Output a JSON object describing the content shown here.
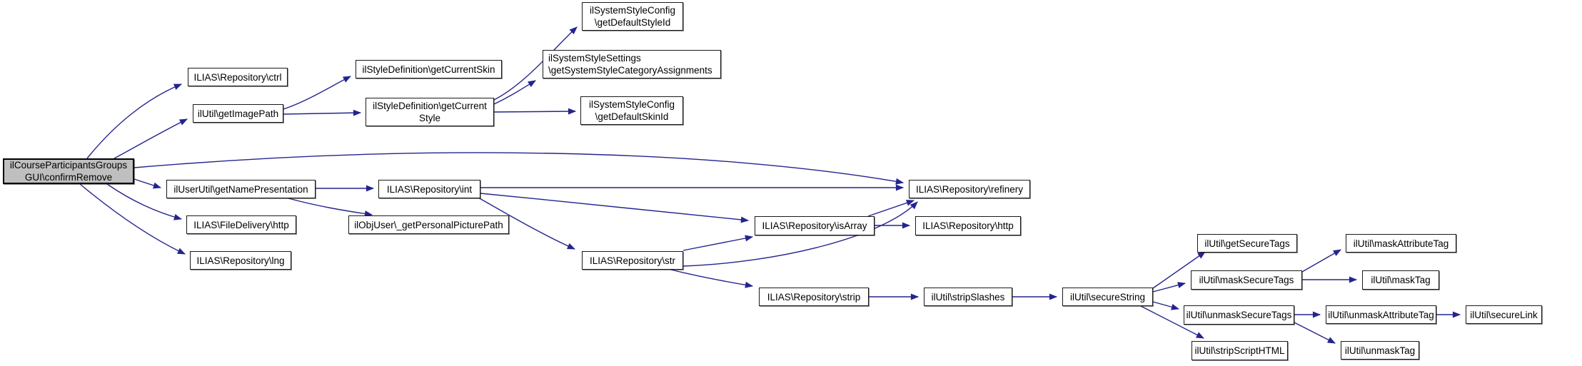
{
  "diagram": {
    "type": "call-graph",
    "root_function": "ilCourseParticipantsGroupsGUI\\confirmRemove"
  },
  "colors": {
    "background": "#ffffff",
    "edge": "#24248f",
    "node_fill": "#ffffff",
    "node_border": "#1a1a1a",
    "root_node_fill": "#bfbfbf",
    "text": "#000000"
  },
  "nodes": {
    "confirmRemove": {
      "label": "ilCourseParticipantsGroups\nGUI\\confirmRemove"
    },
    "ctrl": {
      "label": "ILIAS\\Repository\\ctrl"
    },
    "getImagePath": {
      "label": "ilUtil\\getImagePath"
    },
    "getCurrentSkin": {
      "label": "ilStyleDefinition\\getCurrentSkin"
    },
    "getCurrentStyle": {
      "label": "ilStyleDefinition\\getCurrent\nStyle"
    },
    "getDefaultStyleId": {
      "label": "ilSystemStyleConfig\n\\getDefaultStyleId"
    },
    "getSystemStyleCategoryAssignments": {
      "label": "ilSystemStyleSettings\n\\getSystemStyleCategoryAssignments"
    },
    "getDefaultSkinId": {
      "label": "ilSystemStyleConfig\n\\getDefaultSkinId"
    },
    "getNamePresentation": {
      "label": "ilUserUtil\\getNamePresentation"
    },
    "fileDeliveryHttp": {
      "label": "ILIAS\\FileDelivery\\http"
    },
    "lng": {
      "label": "ILIAS\\Repository\\lng"
    },
    "int": {
      "label": "ILIAS\\Repository\\int"
    },
    "getPersonalPicturePath": {
      "label": "ilObjUser\\_getPersonalPicturePath"
    },
    "refinery": {
      "label": "ILIAS\\Repository\\refinery"
    },
    "isArray": {
      "label": "ILIAS\\Repository\\isArray"
    },
    "repositoryHttp": {
      "label": "ILIAS\\Repository\\http"
    },
    "str": {
      "label": "ILIAS\\Repository\\str"
    },
    "strip": {
      "label": "ILIAS\\Repository\\strip"
    },
    "stripSlashes": {
      "label": "ilUtil\\stripSlashes"
    },
    "secureString": {
      "label": "ilUtil\\secureString"
    },
    "getSecureTags": {
      "label": "ilUtil\\getSecureTags"
    },
    "maskSecureTags": {
      "label": "ilUtil\\maskSecureTags"
    },
    "maskAttributeTag": {
      "label": "ilUtil\\maskAttributeTag"
    },
    "maskTag": {
      "label": "ilUtil\\maskTag"
    },
    "unmaskSecureTags": {
      "label": "ilUtil\\unmaskSecureTags"
    },
    "unmaskAttributeTag": {
      "label": "ilUtil\\unmaskAttributeTag"
    },
    "secureLink": {
      "label": "ilUtil\\secureLink"
    },
    "unmaskTag": {
      "label": "ilUtil\\unmaskTag"
    },
    "stripScriptHTML": {
      "label": "ilUtil\\stripScriptHTML"
    }
  },
  "edges": [
    {
      "from": "confirmRemove",
      "to": "ctrl"
    },
    {
      "from": "confirmRemove",
      "to": "getImagePath"
    },
    {
      "from": "confirmRemove",
      "to": "refinery"
    },
    {
      "from": "confirmRemove",
      "to": "getNamePresentation"
    },
    {
      "from": "confirmRemove",
      "to": "fileDeliveryHttp"
    },
    {
      "from": "confirmRemove",
      "to": "lng"
    },
    {
      "from": "getImagePath",
      "to": "getCurrentSkin"
    },
    {
      "from": "getImagePath",
      "to": "getCurrentStyle"
    },
    {
      "from": "getCurrentStyle",
      "to": "getDefaultStyleId"
    },
    {
      "from": "getCurrentStyle",
      "to": "getSystemStyleCategoryAssignments"
    },
    {
      "from": "getCurrentStyle",
      "to": "getDefaultSkinId"
    },
    {
      "from": "getNamePresentation",
      "to": "int"
    },
    {
      "from": "getNamePresentation",
      "to": "getPersonalPicturePath"
    },
    {
      "from": "int",
      "to": "refinery"
    },
    {
      "from": "int",
      "to": "isArray"
    },
    {
      "from": "int",
      "to": "str"
    },
    {
      "from": "str",
      "to": "isArray"
    },
    {
      "from": "str",
      "to": "refinery"
    },
    {
      "from": "str",
      "to": "strip"
    },
    {
      "from": "isArray",
      "to": "refinery"
    },
    {
      "from": "isArray",
      "to": "repositoryHttp"
    },
    {
      "from": "strip",
      "to": "stripSlashes"
    },
    {
      "from": "stripSlashes",
      "to": "secureString"
    },
    {
      "from": "secureString",
      "to": "getSecureTags"
    },
    {
      "from": "secureString",
      "to": "maskSecureTags"
    },
    {
      "from": "secureString",
      "to": "unmaskSecureTags"
    },
    {
      "from": "secureString",
      "to": "stripScriptHTML"
    },
    {
      "from": "maskSecureTags",
      "to": "maskAttributeTag"
    },
    {
      "from": "maskSecureTags",
      "to": "maskTag"
    },
    {
      "from": "unmaskSecureTags",
      "to": "unmaskAttributeTag"
    },
    {
      "from": "unmaskSecureTags",
      "to": "unmaskTag"
    },
    {
      "from": "unmaskAttributeTag",
      "to": "secureLink"
    }
  ]
}
